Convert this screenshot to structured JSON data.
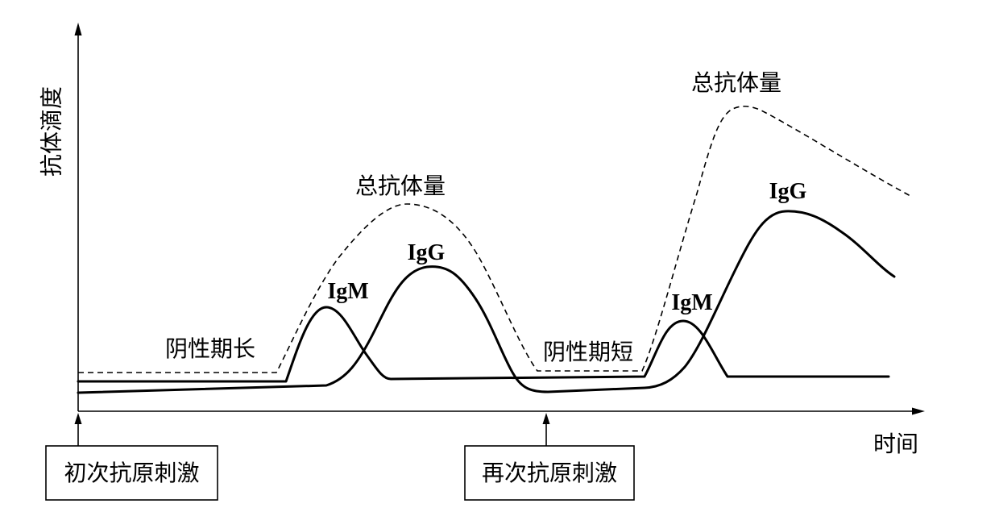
{
  "axes": {
    "y_label": "抗体滴度",
    "x_label": "时间"
  },
  "labels": {
    "total_primary": "总抗体量",
    "igg_primary": "IgG",
    "igm_primary": "IgM",
    "negative_long": "阴性期长",
    "negative_short": "阴性期短",
    "igm_secondary": "IgM",
    "igg_secondary": "IgG",
    "total_secondary": "总抗体量"
  },
  "stimuli": {
    "primary": "初次抗原刺激",
    "secondary": "再次抗原刺激"
  },
  "colors": {
    "ink": "#000000",
    "background": "#ffffff"
  }
}
